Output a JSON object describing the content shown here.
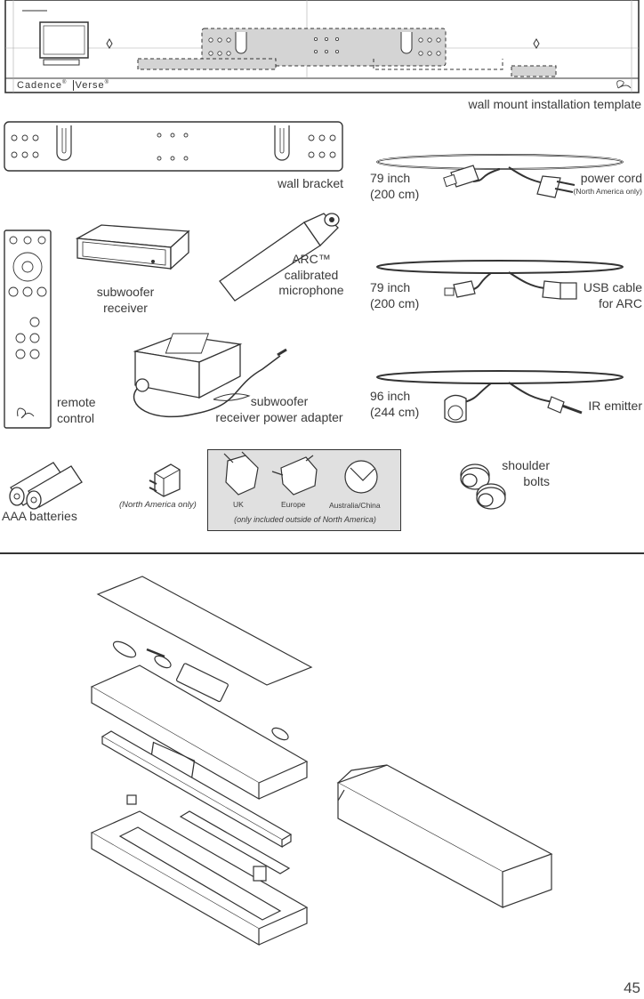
{
  "template": {
    "brand_left": "Cadence",
    "brand_right": "Verse",
    "caption": "wall mount installation template"
  },
  "wall_bracket": {
    "caption": "wall bracket"
  },
  "power_cord": {
    "length_in": "79 inch",
    "length_cm": "(200 cm)",
    "name": "power cord",
    "note": "(North America only)"
  },
  "usb_cable": {
    "length_in": "79 inch",
    "length_cm": "(200 cm)",
    "name_line1": "USB cable",
    "name_line2": "for ARC"
  },
  "ir_emitter": {
    "length_in": "96 inch",
    "length_cm": "(244 cm)",
    "name": "IR emitter"
  },
  "remote": {
    "line1": "remote",
    "line2": "control"
  },
  "subwoofer_receiver": {
    "line1": "subwoofer",
    "line2": "receiver"
  },
  "microphone": {
    "line1": "ARC™",
    "line2": "calibrated",
    "line3": "microphone"
  },
  "power_adapter": {
    "line1": "subwoofer",
    "line2": "receiver power adapter"
  },
  "batteries": {
    "caption": "AAA batteries"
  },
  "na_plug": {
    "note": "(North America only)"
  },
  "intl_plugs": {
    "uk": "UK",
    "europe": "Europe",
    "aus": "Australia/China",
    "note": "(only included outside of North America)"
  },
  "shoulder_bolts": {
    "line1": "shoulder",
    "line2": "bolts"
  },
  "page_number": "45"
}
